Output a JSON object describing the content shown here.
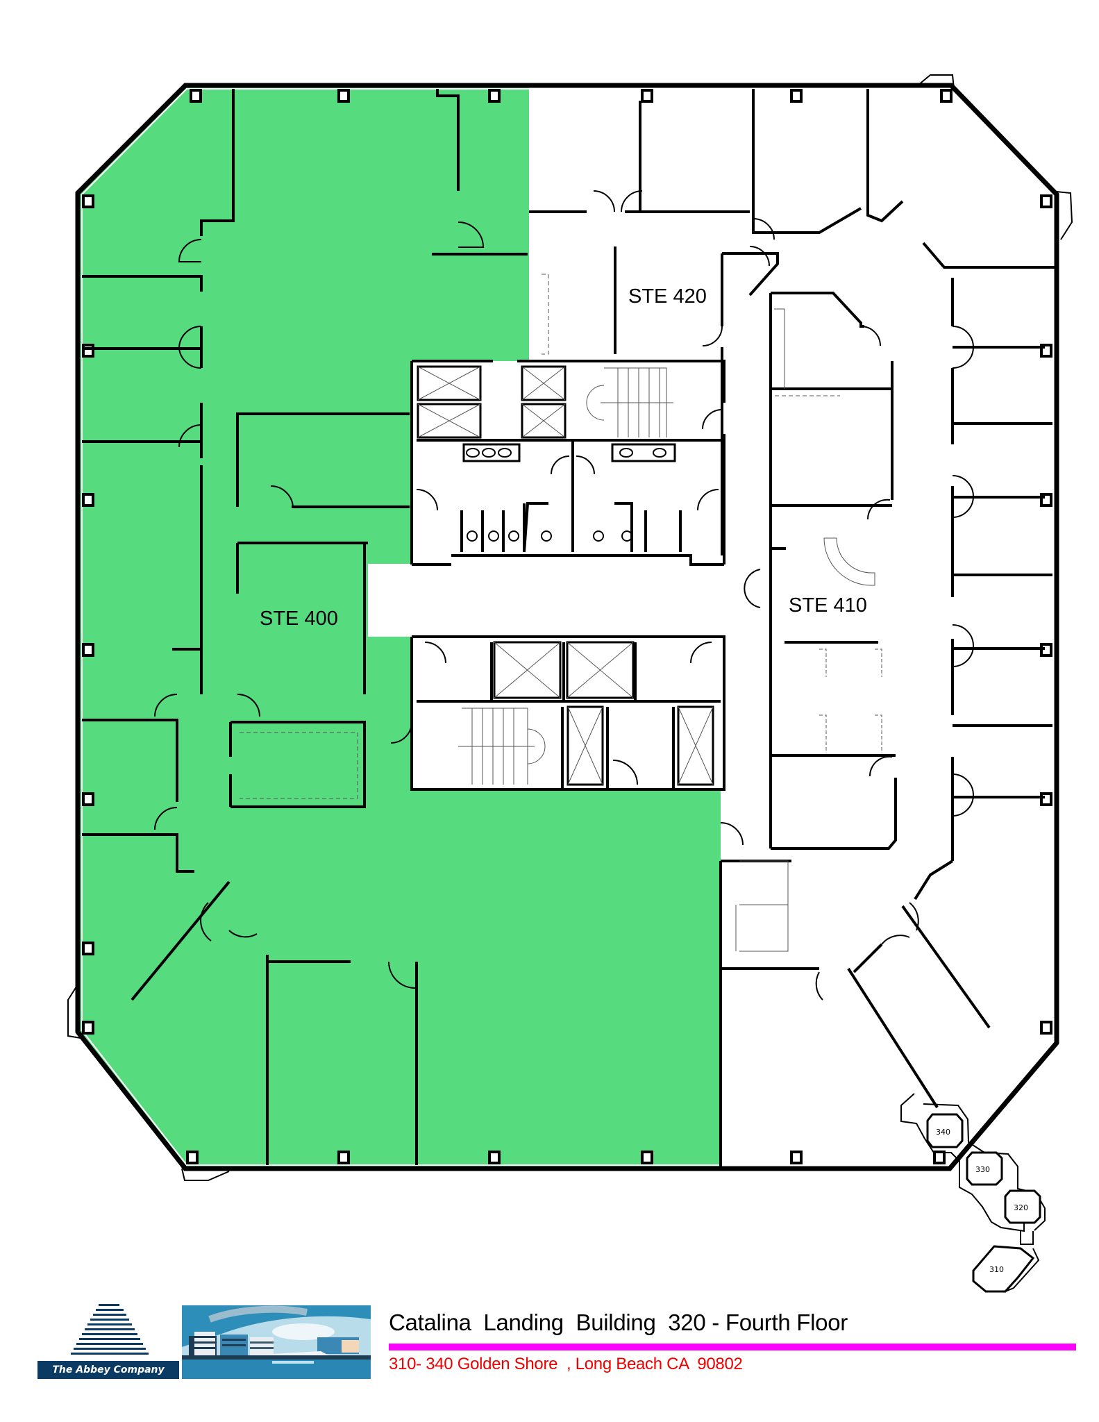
{
  "plan": {
    "title": "Catalina  Landing  Building  320 - Fourth Floor",
    "address": "310- 340 Golden Shore  , Long Beach CA  90802",
    "highlight_color": "#56DB7E",
    "rule_color": "#FF00FF",
    "address_color": "#EE0000",
    "suites": [
      {
        "label": "STE 400",
        "highlighted": true
      },
      {
        "label": "STE 410",
        "highlighted": false
      },
      {
        "label": "STE 420",
        "highlighted": false
      }
    ]
  },
  "key_map": {
    "buildings": [
      "340",
      "330",
      "320",
      "310"
    ]
  },
  "footer": {
    "company": "The Abbey Company",
    "logo_color": "#0B3A63"
  }
}
